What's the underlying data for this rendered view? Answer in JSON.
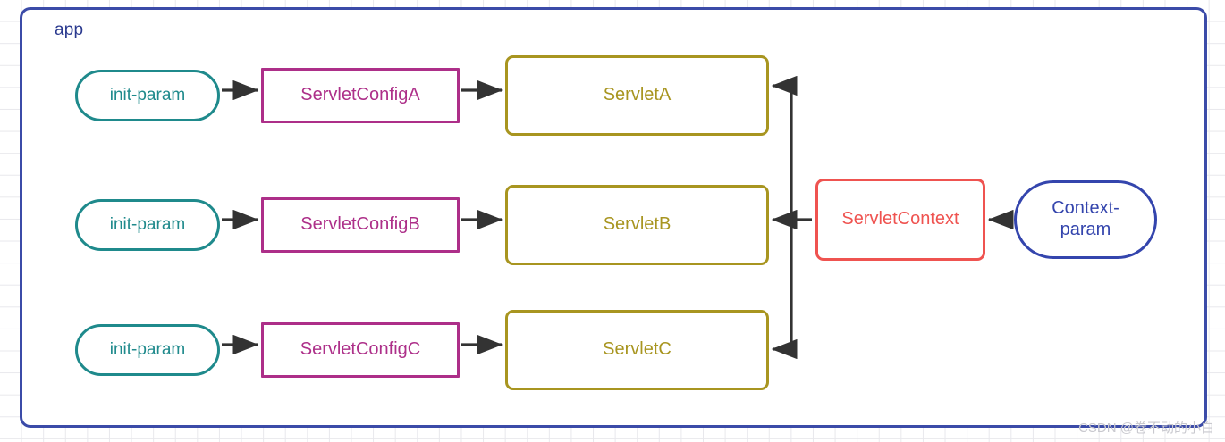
{
  "diagram": {
    "container": {
      "label": "app",
      "border_color": "#3b4ba8"
    },
    "rows": [
      {
        "init_param": "init-param",
        "config": "ServletConfigA",
        "servlet": "ServletA"
      },
      {
        "init_param": "init-param",
        "config": "ServletConfigB",
        "servlet": "ServletB"
      },
      {
        "init_param": "init-param",
        "config": "ServletConfigC",
        "servlet": "ServletC"
      }
    ],
    "context": {
      "label": "ServletContext",
      "border_color": "#ef5350"
    },
    "context_param": {
      "label": "Context-\nparam",
      "border_color": "#3445ad"
    },
    "colors": {
      "init_param": "#1f8a8c",
      "config": "#ad2f89",
      "servlet": "#a89520",
      "context": "#ef5350",
      "context_param": "#3445ad",
      "arrow": "#333333",
      "grid": "#e8e8ec"
    }
  },
  "watermark": "CSDN @卷不动的小白"
}
